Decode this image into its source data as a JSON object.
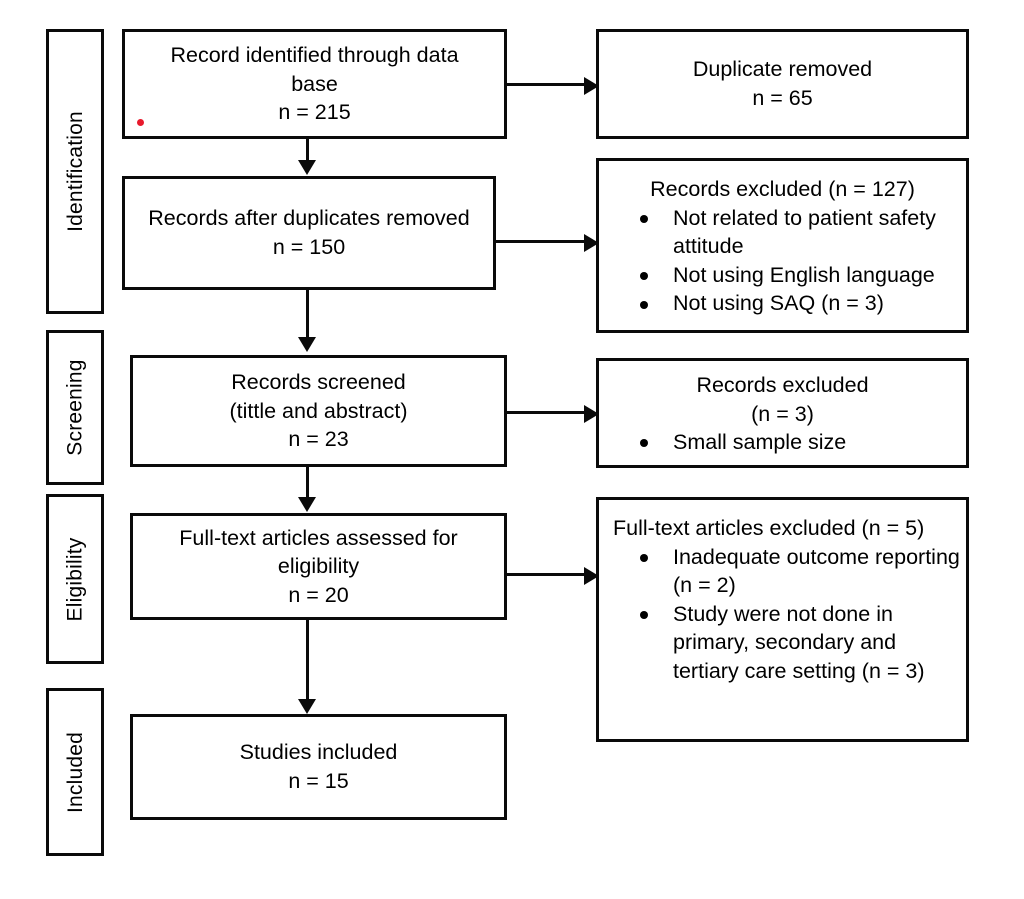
{
  "diagram": {
    "type": "prisma-flow-diagram",
    "stages": [
      {
        "id": "identification",
        "label": "Identification"
      },
      {
        "id": "screening",
        "label": "Screening"
      },
      {
        "id": "eligibility",
        "label": "Eligibility"
      },
      {
        "id": "included",
        "label": "Included"
      }
    ],
    "flow_boxes": [
      {
        "id": "records-identified",
        "lines": [
          "Record identified through data",
          "base",
          "n = 215"
        ]
      },
      {
        "id": "records-after-duplicates",
        "lines": [
          "Records after duplicates removed",
          "n = 150"
        ]
      },
      {
        "id": "records-screened",
        "lines": [
          "Records screened",
          "(tittle and abstract)",
          "n = 23"
        ]
      },
      {
        "id": "full-text-assessed",
        "lines": [
          "Full-text articles assessed for",
          "eligibility",
          "n = 20"
        ]
      },
      {
        "id": "studies-included",
        "lines": [
          "Studies included",
          "n = 15"
        ]
      }
    ],
    "exclusion_boxes": [
      {
        "id": "duplicate-removed",
        "heading_lines": [
          "Duplicate removed",
          "n = 65"
        ],
        "heading_align": "center",
        "bullets": []
      },
      {
        "id": "records-excluded-127",
        "heading_lines": [
          "Records excluded (n = 127)"
        ],
        "heading_align": "center",
        "bullets": [
          "Not related to patient safety attitude",
          "Not using English language",
          "Not using SAQ (n = 3)"
        ]
      },
      {
        "id": "records-excluded-3",
        "heading_lines": [
          "Records excluded",
          "(n = 3)"
        ],
        "heading_align": "center",
        "bullets": [
          "Small sample size"
        ]
      },
      {
        "id": "full-text-excluded-5",
        "heading_lines": [
          "Full-text articles excluded (n = 5)"
        ],
        "heading_align": "left",
        "bullets": [
          "Inadequate outcome reporting (n = 2)",
          "Study were not done in primary, secondary and tertiary care setting (n = 3)"
        ]
      }
    ],
    "artifacts": [
      {
        "id": "red-dot",
        "color": "#e8192c"
      }
    ],
    "colors": {
      "border": "#0a0a0a",
      "background": "#ffffff",
      "text": "#000000",
      "artifact_red": "#e8192c"
    }
  }
}
